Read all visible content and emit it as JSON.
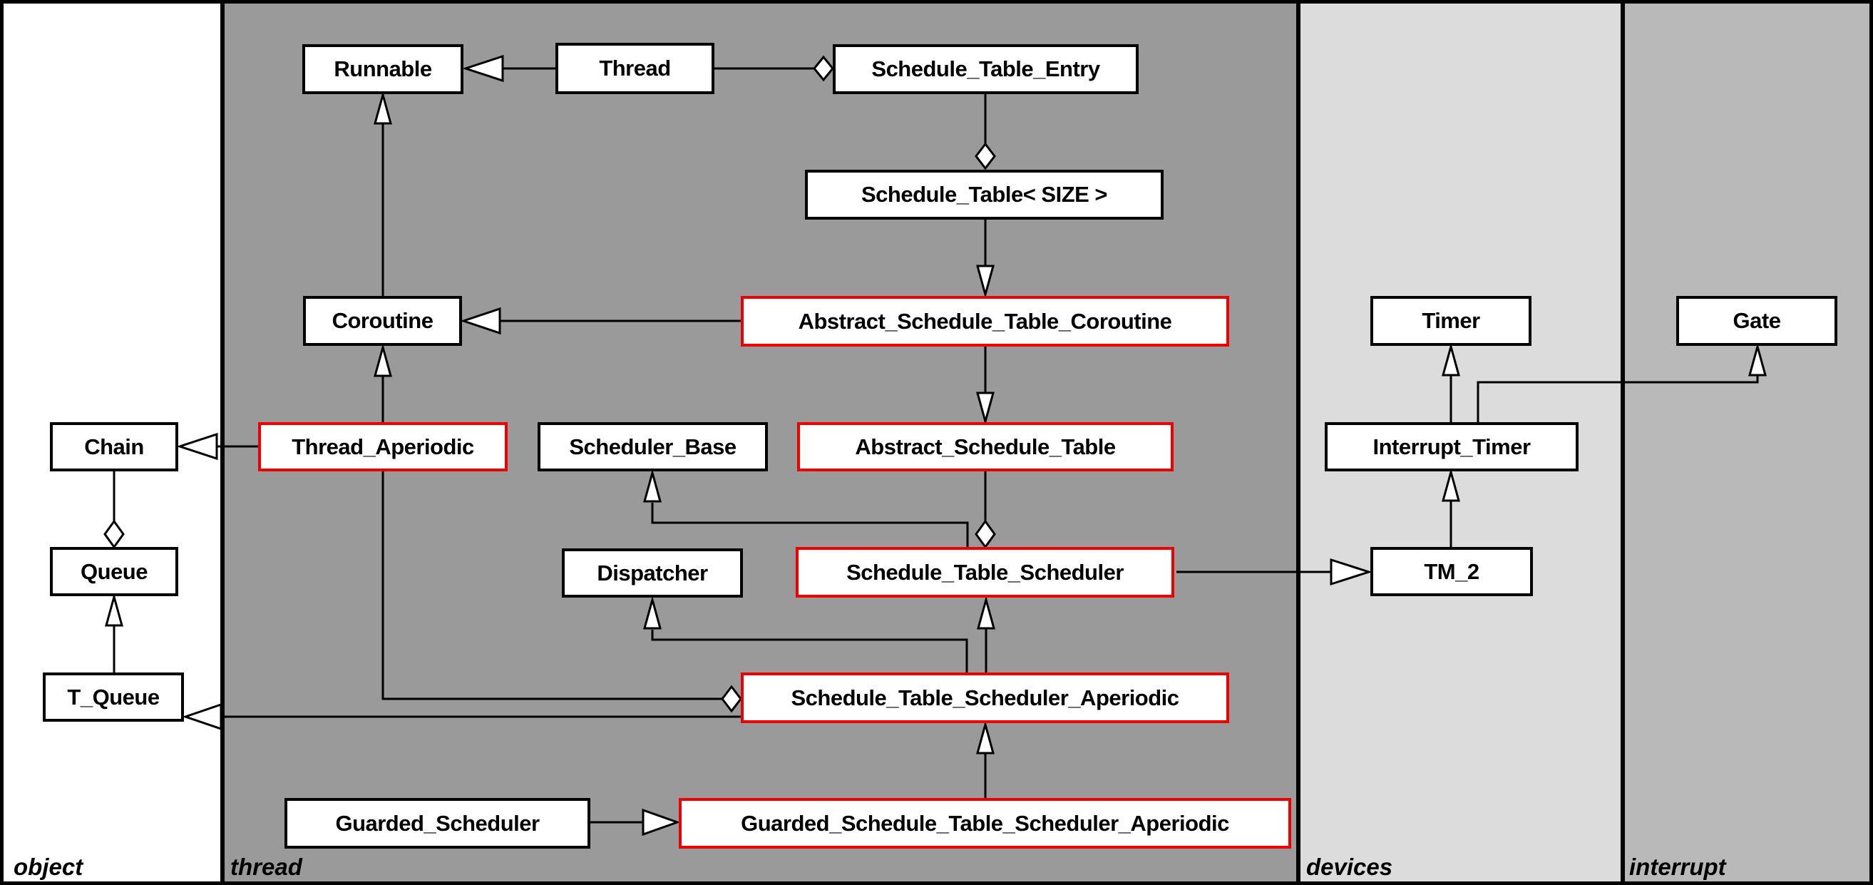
{
  "packages": [
    {
      "name": "object",
      "bg": "#ffffff"
    },
    {
      "name": "thread",
      "bg": "#9a9a9a"
    },
    {
      "name": "devices",
      "bg": "#dcdcdc"
    },
    {
      "name": "interrupt",
      "bg": "#b9b9b9"
    }
  ],
  "colors": {
    "box_fill": "#ffffff",
    "box_border": "#000000",
    "highlight_border": "#ee0000",
    "line": "#000000",
    "separator": "#000000"
  },
  "classes": [
    {
      "name": "Runnable",
      "package": "thread",
      "highlighted": false
    },
    {
      "name": "Thread",
      "package": "thread",
      "highlighted": false
    },
    {
      "name": "Schedule_Table_Entry",
      "package": "thread",
      "highlighted": false
    },
    {
      "name": "Schedule_Table< SIZE >",
      "package": "thread",
      "highlighted": false
    },
    {
      "name": "Coroutine",
      "package": "thread",
      "highlighted": false
    },
    {
      "name": "Abstract_Schedule_Table_Coroutine",
      "package": "thread",
      "highlighted": true
    },
    {
      "name": "Chain",
      "package": "object",
      "highlighted": false
    },
    {
      "name": "Thread_Aperiodic",
      "package": "thread",
      "highlighted": true
    },
    {
      "name": "Scheduler_Base",
      "package": "thread",
      "highlighted": false
    },
    {
      "name": "Abstract_Schedule_Table",
      "package": "thread",
      "highlighted": true
    },
    {
      "name": "Queue",
      "package": "object",
      "highlighted": false
    },
    {
      "name": "Dispatcher",
      "package": "thread",
      "highlighted": false
    },
    {
      "name": "Schedule_Table_Scheduler",
      "package": "thread",
      "highlighted": true
    },
    {
      "name": "T_Queue",
      "package": "object",
      "highlighted": false
    },
    {
      "name": "Schedule_Table_Scheduler_Aperiodic",
      "package": "thread",
      "highlighted": true
    },
    {
      "name": "Guarded_Scheduler",
      "package": "thread",
      "highlighted": false
    },
    {
      "name": "Guarded_Schedule_Table_Scheduler_Aperiodic",
      "package": "thread",
      "highlighted": true
    },
    {
      "name": "Timer",
      "package": "devices",
      "highlighted": false
    },
    {
      "name": "Interrupt_Timer",
      "package": "devices",
      "highlighted": false
    },
    {
      "name": "TM_2",
      "package": "devices",
      "highlighted": false
    },
    {
      "name": "Gate",
      "package": "interrupt",
      "highlighted": false
    }
  ],
  "relations": [
    {
      "from": "Thread",
      "to": "Runnable",
      "type": "inheritance"
    },
    {
      "from": "Schedule_Table_Entry",
      "to": "Thread",
      "type": "aggregation"
    },
    {
      "from": "Schedule_Table< SIZE >",
      "to": "Schedule_Table_Entry",
      "type": "aggregation"
    },
    {
      "from": "Schedule_Table< SIZE >",
      "to": "Abstract_Schedule_Table_Coroutine",
      "type": "inheritance"
    },
    {
      "from": "Abstract_Schedule_Table_Coroutine",
      "to": "Coroutine",
      "type": "inheritance"
    },
    {
      "from": "Coroutine",
      "to": "Runnable",
      "type": "inheritance"
    },
    {
      "from": "Abstract_Schedule_Table_Coroutine",
      "to": "Abstract_Schedule_Table",
      "type": "inheritance"
    },
    {
      "from": "Thread_Aperiodic",
      "to": "Coroutine",
      "type": "inheritance"
    },
    {
      "from": "Thread_Aperiodic",
      "to": "Chain",
      "type": "inheritance"
    },
    {
      "from": "Queue",
      "to": "Chain",
      "type": "aggregation"
    },
    {
      "from": "T_Queue",
      "to": "Queue",
      "type": "inheritance"
    },
    {
      "from": "Schedule_Table_Scheduler",
      "to": "Abstract_Schedule_Table",
      "type": "aggregation"
    },
    {
      "from": "Schedule_Table_Scheduler",
      "to": "Scheduler_Base",
      "type": "inheritance"
    },
    {
      "from": "Schedule_Table_Scheduler",
      "to": "TM_2",
      "type": "inheritance"
    },
    {
      "from": "Schedule_Table_Scheduler_Aperiodic",
      "to": "Schedule_Table_Scheduler",
      "type": "inheritance"
    },
    {
      "from": "Schedule_Table_Scheduler_Aperiodic",
      "to": "Dispatcher",
      "type": "inheritance"
    },
    {
      "from": "Schedule_Table_Scheduler_Aperiodic",
      "to": "Thread_Aperiodic",
      "type": "aggregation"
    },
    {
      "from": "Schedule_Table_Scheduler_Aperiodic",
      "to": "T_Queue",
      "type": "inheritance"
    },
    {
      "from": "Guarded_Schedule_Table_Scheduler_Aperiodic",
      "to": "Schedule_Table_Scheduler_Aperiodic",
      "type": "inheritance"
    },
    {
      "from": "Guarded_Scheduler",
      "to": "Guarded_Schedule_Table_Scheduler_Aperiodic",
      "type": "inheritance"
    },
    {
      "from": "TM_2",
      "to": "Interrupt_Timer",
      "type": "inheritance"
    },
    {
      "from": "Interrupt_Timer",
      "to": "Timer",
      "type": "inheritance"
    },
    {
      "from": "Interrupt_Timer",
      "to": "Gate",
      "type": "inheritance"
    }
  ]
}
